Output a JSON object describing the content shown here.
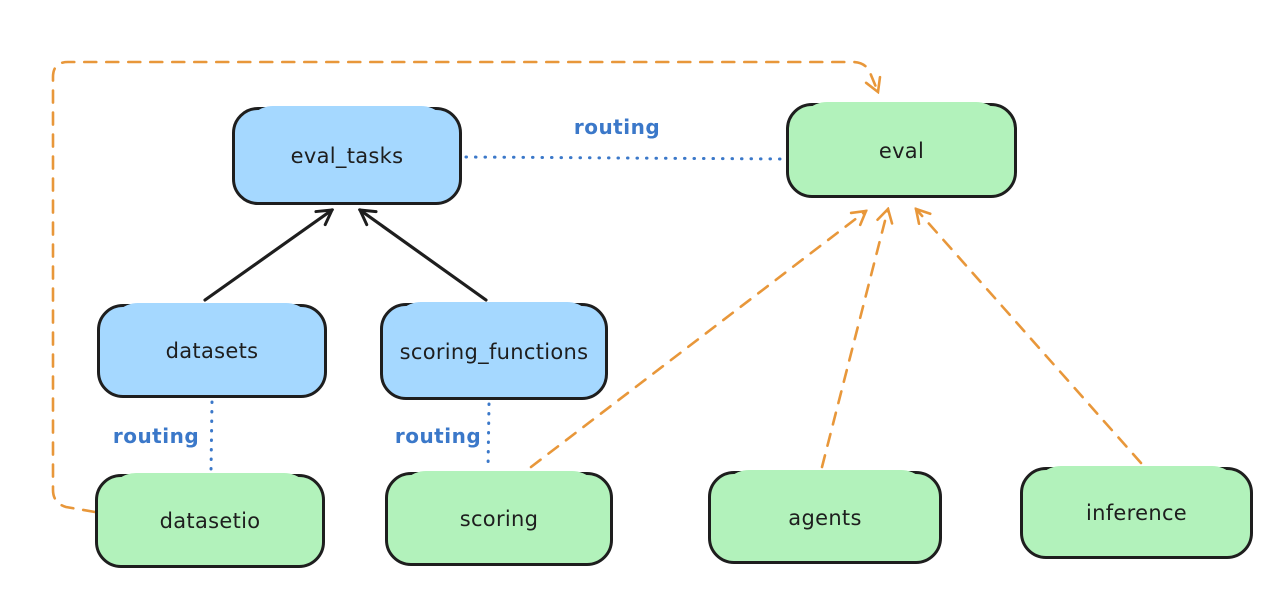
{
  "diagram": {
    "style": "excalidraw-hand-drawn",
    "background": "#ffffff",
    "nodes": [
      {
        "id": "eval_tasks",
        "label": "eval_tasks",
        "kind": "resource",
        "fill": "#a5d8ff"
      },
      {
        "id": "eval",
        "label": "eval",
        "kind": "api",
        "fill": "#b2f2bb"
      },
      {
        "id": "datasets",
        "label": "datasets",
        "kind": "resource",
        "fill": "#a5d8ff"
      },
      {
        "id": "scoring_functions",
        "label": "scoring_functions",
        "kind": "resource",
        "fill": "#a5d8ff"
      },
      {
        "id": "datasetio",
        "label": "datasetio",
        "kind": "api",
        "fill": "#b2f2bb"
      },
      {
        "id": "scoring",
        "label": "scoring",
        "kind": "api",
        "fill": "#b2f2bb"
      },
      {
        "id": "agents",
        "label": "agents",
        "kind": "api",
        "fill": "#b2f2bb"
      },
      {
        "id": "inference",
        "label": "inference",
        "kind": "api",
        "fill": "#b2f2bb"
      }
    ],
    "edges": [
      {
        "from": "datasets",
        "to": "eval_tasks",
        "style": "solid",
        "color": "#1e1e1e",
        "arrowhead": true,
        "label": ""
      },
      {
        "from": "scoring_functions",
        "to": "eval_tasks",
        "style": "solid",
        "color": "#1e1e1e",
        "arrowhead": true,
        "label": ""
      },
      {
        "from": "eval_tasks",
        "to": "eval",
        "style": "dotted",
        "color": "#3b78c9",
        "arrowhead": false,
        "label": "routing"
      },
      {
        "from": "datasets",
        "to": "datasetio",
        "style": "dotted",
        "color": "#3b78c9",
        "arrowhead": false,
        "label": "routing"
      },
      {
        "from": "scoring_functions",
        "to": "scoring",
        "style": "dotted",
        "color": "#3b78c9",
        "arrowhead": false,
        "label": "routing"
      },
      {
        "from": "datasetio",
        "to": "eval",
        "style": "dashed",
        "color": "#e8973a",
        "arrowhead": true,
        "label": ""
      },
      {
        "from": "scoring",
        "to": "eval",
        "style": "dashed",
        "color": "#e8973a",
        "arrowhead": true,
        "label": ""
      },
      {
        "from": "agents",
        "to": "eval",
        "style": "dashed",
        "color": "#e8973a",
        "arrowhead": true,
        "label": ""
      },
      {
        "from": "inference",
        "to": "eval",
        "style": "dashed",
        "color": "#e8973a",
        "arrowhead": true,
        "label": ""
      }
    ],
    "colors": {
      "resource_fill": "#a5d8ff",
      "api_fill": "#b2f2bb",
      "node_stroke": "#1e1e1e",
      "routing_line": "#3b78c9",
      "provider_line": "#e8973a",
      "background": "#ffffff"
    }
  }
}
